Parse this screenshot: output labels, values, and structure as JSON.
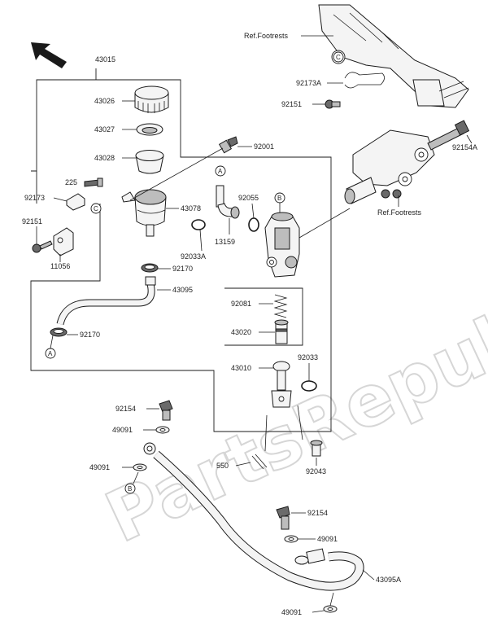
{
  "watermark": "PartsRepublik",
  "part_numbers": {
    "p43015": "43015",
    "p43026": "43026",
    "p43027": "43027",
    "p43028": "43028",
    "p225": "225",
    "p92173": "92173",
    "p92151a": "92151",
    "p11056": "11056",
    "p43078": "43078",
    "p92170a": "92170",
    "p43095": "43095",
    "p92170b": "92170",
    "p92001": "92001",
    "p92055": "92055",
    "p13159": "13159",
    "p92033A": "92033A",
    "p92081": "92081",
    "p43020": "43020",
    "p43010": "43010",
    "p92033": "92033",
    "p92154a": "92154",
    "p49091a": "49091",
    "p49091b": "49091",
    "p550": "550",
    "p92043": "92043",
    "p92154b": "92154",
    "p49091c": "49091",
    "p43095A": "43095A",
    "p49091d": "49091",
    "p92173A": "92173A",
    "p92151b": "92151",
    "p92154A": "92154A",
    "ref1": "Ref.Footrests",
    "ref2": "Ref.Footrests"
  },
  "callouts": {
    "A1": "A",
    "A2": "A",
    "B1": "B",
    "B2": "B",
    "C1": "C",
    "C2": "C"
  }
}
